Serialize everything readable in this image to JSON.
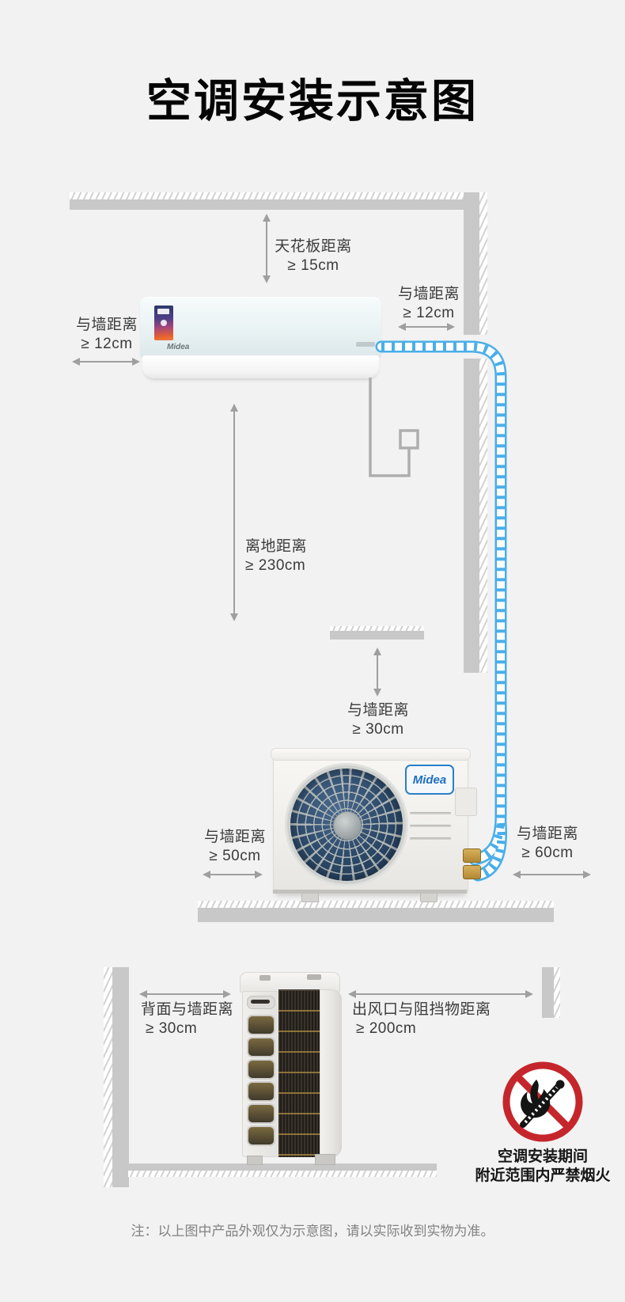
{
  "title": "空调安装示意图",
  "indoor_section": {
    "ceiling": {
      "label": "天花板距离",
      "value": "≥ 15cm"
    },
    "left_wall": {
      "label": "与墙距离",
      "value": "≥ 12cm"
    },
    "right_wall": {
      "label": "与墙距离",
      "value": "≥ 12cm"
    },
    "floor": {
      "label": "离地距离",
      "value": "≥ 230cm"
    }
  },
  "outdoor_section": {
    "top_wall": {
      "label": "与墙距离",
      "value": "≥ 30cm"
    },
    "left_wall": {
      "label": "与墙距离",
      "value": "≥ 50cm"
    },
    "right_wall": {
      "label": "与墙距离",
      "value": "≥ 60cm"
    }
  },
  "clearance_section": {
    "back_wall": {
      "label": "背面与墙距离",
      "value": "≥ 30cm"
    },
    "air_outlet": {
      "label": "出风口与阻挡物距离",
      "value": "≥ 200cm"
    }
  },
  "warning": {
    "icon": "no-open-flame",
    "line1": "空调安装期间",
    "line2": "附近范围内严禁烟火"
  },
  "brand": {
    "name": "Midea"
  },
  "footer_note": "注：以上图中产品外观仅为示意图，请以实际收到实物为准。",
  "colors": {
    "background": "#f2f2f2",
    "pipe_blue": "#4aaee9",
    "brand_blue": "#2a7fc9",
    "warning_red": "#c5262c",
    "wall_gray": "#c8c8c8",
    "arrow_gray": "#9f9f9f"
  }
}
